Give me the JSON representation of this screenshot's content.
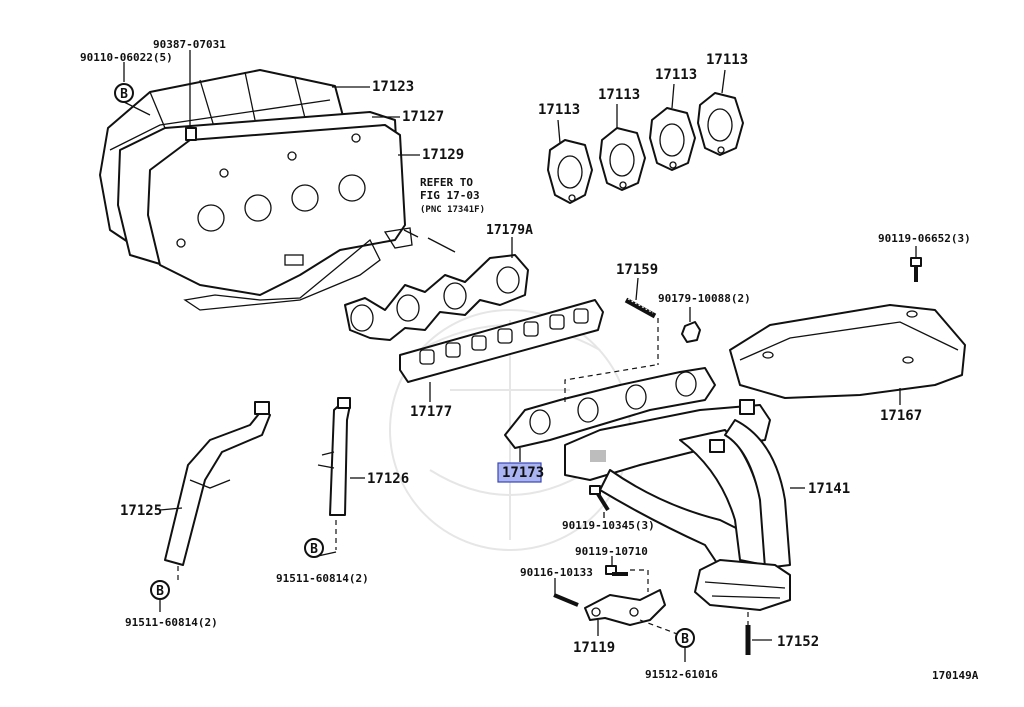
{
  "parts": {
    "p90387_07031": "90387-07031",
    "p90110_06022": "90110-06022(5)",
    "p17123": "17123",
    "p17127": "17127",
    "p17129": "17129",
    "refer_line1": "REFER TO",
    "refer_line2": "FIG 17-03",
    "refer_line3": "(PNC 17341F)",
    "p17113_a": "17113",
    "p17113_b": "17113",
    "p17113_c": "17113",
    "p17113_d": "17113",
    "p17179A": "17179A",
    "p17159": "17159",
    "p90179_10088": "90179-10088(2)",
    "p90119_06652": "90119-06652(3)",
    "p17177": "17177",
    "p17167": "17167",
    "p17173": "17173",
    "p17141": "17141",
    "p17125": "17125",
    "p17126": "17126",
    "p91511_60814_a": "91511-60814(2)",
    "p91511_60814_b": "91511-60814(2)",
    "p90119_10345": "90119-10345(3)",
    "p90119_10710": "90119-10710",
    "p90116_10133": "90116-10133",
    "p17119": "17119",
    "p17152": "17152",
    "p91512_61016": "91512-61016"
  },
  "callout": {
    "letter_b": "B"
  },
  "figure_id": "170149A",
  "highlight_color": "#aab4f0"
}
